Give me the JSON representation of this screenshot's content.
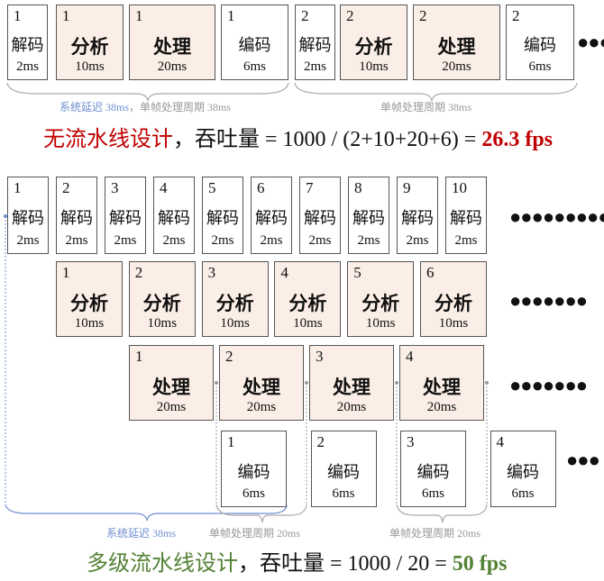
{
  "top": {
    "boxes": [
      {
        "n": "1",
        "t": "解码",
        "ms": "2ms",
        "hl": false,
        "b": false
      },
      {
        "n": "1",
        "t": "分析",
        "ms": "10ms",
        "hl": true,
        "b": true
      },
      {
        "n": "1",
        "t": "处理",
        "ms": "20ms",
        "hl": true,
        "b": true
      },
      {
        "n": "1",
        "t": "编码",
        "ms": "6ms",
        "hl": false,
        "b": false
      },
      {
        "n": "2",
        "t": "解码",
        "ms": "2ms",
        "hl": false,
        "b": false
      },
      {
        "n": "2",
        "t": "分析",
        "ms": "10ms",
        "hl": true,
        "b": true
      },
      {
        "n": "2",
        "t": "处理",
        "ms": "20ms",
        "hl": true,
        "b": true
      },
      {
        "n": "2",
        "t": "编码",
        "ms": "6ms",
        "hl": false,
        "b": false
      }
    ],
    "dots": "●●●",
    "latency_label": "系统延迟 38ms",
    "period_label_1": "，单帧处理周期 38ms",
    "period_label_2": "单帧处理周期 38ms",
    "title_colored": "无流水线设计",
    "title_mid": "，吞吐量 = 1000 / (2+10+20+6) = ",
    "title_result": "26.3 fps"
  },
  "pipeline": {
    "decode": {
      "t": "解码",
      "ms": "2ms",
      "ns": [
        "1",
        "2",
        "3",
        "4",
        "5",
        "6",
        "7",
        "8",
        "9",
        "10"
      ],
      "dots": "●●●●●●●●●"
    },
    "analyze": {
      "t": "分析",
      "ms": "10ms",
      "ns": [
        "1",
        "2",
        "3",
        "4",
        "5",
        "6"
      ],
      "dots": "●●●●●●●"
    },
    "process": {
      "t": "处理",
      "ms": "20ms",
      "ns": [
        "1",
        "2",
        "3",
        "4"
      ],
      "dots": "●●●●●●●"
    },
    "encode": {
      "t": "编码",
      "ms": "6ms",
      "ns": [
        "1",
        "2",
        "3",
        "4"
      ],
      "dots": "●●●"
    },
    "latency_label": "系统延迟 38ms",
    "period_label": "单帧处理周期 20ms",
    "title_colored": "多级流水线设计",
    "title_mid": "，吞吐量 = 1000 / 20 = ",
    "title_result": "50 fps"
  },
  "colors": {
    "red": "#c00000",
    "green": "#548235",
    "blue": "#6f8fd0",
    "peach": "#fbeee6"
  }
}
